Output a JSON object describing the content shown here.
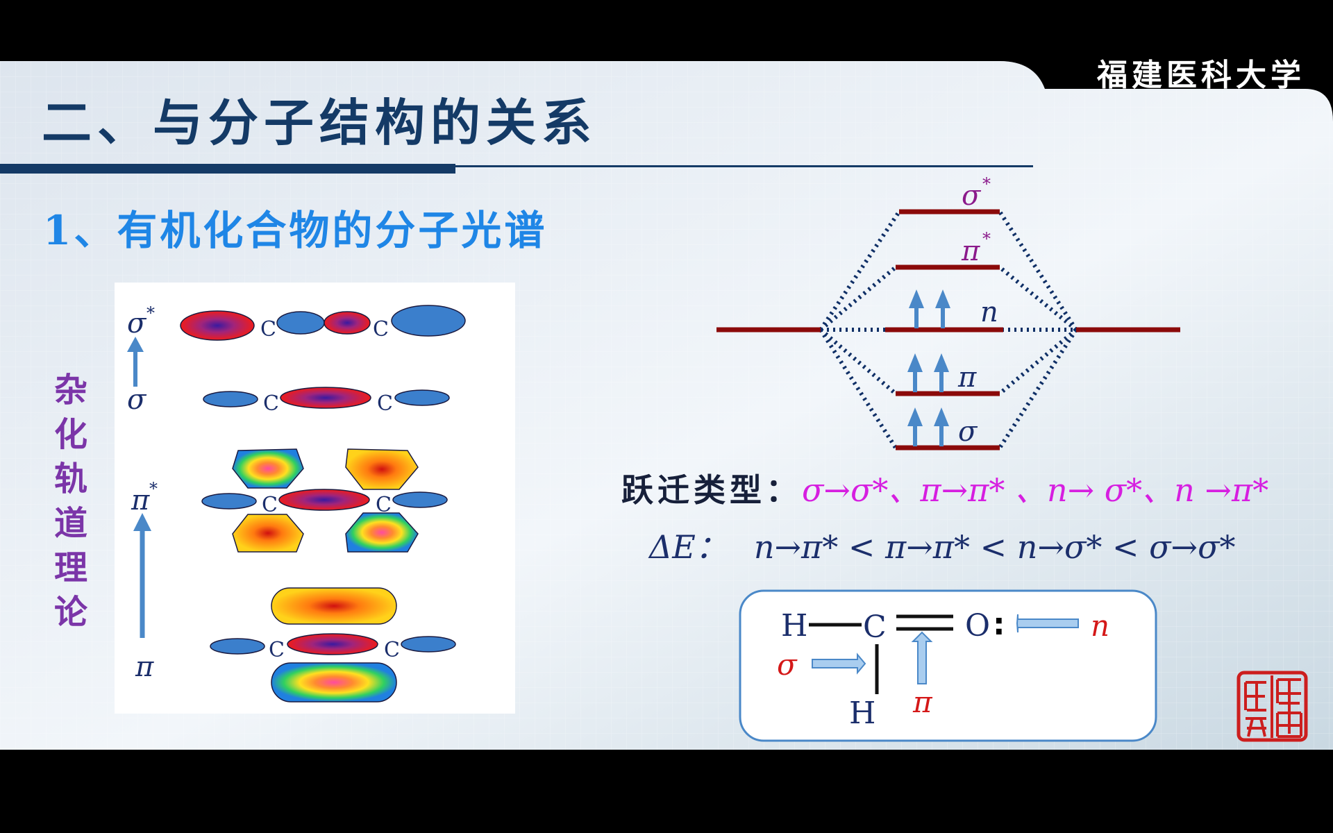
{
  "header": {
    "title": "二、与分子结构的关系",
    "university": "福建医科大学"
  },
  "section": {
    "subtitle": "1、有机化合物的分子光谱",
    "vertical_label": [
      "杂",
      "化",
      "轨",
      "道",
      "理",
      "论"
    ]
  },
  "orbital_panel": {
    "levels": [
      {
        "symbol": "σ",
        "sup": "*"
      },
      {
        "symbol": "σ",
        "sup": ""
      },
      {
        "symbol": "π",
        "sup": "*"
      },
      {
        "symbol": "π",
        "sup": ""
      }
    ],
    "atom": "C"
  },
  "energy_diagram": {
    "levels": [
      {
        "symbol": "σ",
        "sup": "*"
      },
      {
        "symbol": "π",
        "sup": "*"
      },
      {
        "symbol": "n",
        "sup": ""
      },
      {
        "symbol": "π",
        "sup": ""
      },
      {
        "symbol": "σ",
        "sup": ""
      }
    ]
  },
  "transitions": {
    "label": "跃迁类型：",
    "value": "σ→σ*、π→π* 、n→ σ*、n →π*"
  },
  "delta_e": {
    "label": "ΔE：",
    "value": "n→π* < π→π* < n→σ* < σ→σ*"
  },
  "molecule": {
    "atoms": {
      "h1": "H",
      "c": "C",
      "o": "O",
      "h2": "H"
    },
    "lone_pair": ":",
    "labels": {
      "n": "n",
      "sigma": "σ",
      "pi": "π"
    }
  },
  "colors": {
    "title": "#143a66",
    "subtitle": "#1f86e6",
    "level_line": "#8b0a0a",
    "dashed": "#0f2f66",
    "arrow": "#4a88c8",
    "transition_text": "#d61ee0",
    "label_red": "#d41818",
    "seal": "#cc1e1e"
  }
}
